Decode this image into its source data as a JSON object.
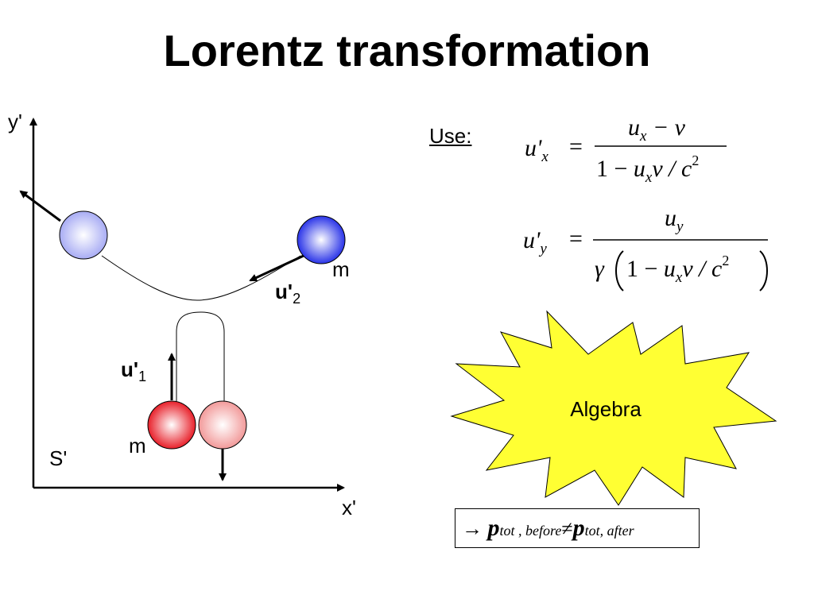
{
  "slide": {
    "title": "Lorentz transformation"
  },
  "diagram": {
    "frame_label": "S'",
    "x_axis_label": "x'",
    "y_axis_label": "y'",
    "mass_label_top": "m",
    "mass_label_bottom": "m",
    "velocity_top_symbol": "u'",
    "velocity_top_subscript": "2",
    "velocity_bottom_symbol": "u'",
    "velocity_bottom_subscript": "1",
    "colors": {
      "blue_light": "#a8acf4",
      "blue_dark": "#2a34e8",
      "red_dark": "#e8202a",
      "red_light": "#f29a9a"
    }
  },
  "equations": {
    "use_label": "Use:",
    "ux_lhs_symbol": "u'",
    "ux_lhs_subscript": "x",
    "ux_num_symbol": "u",
    "ux_num_subscript": "x",
    "ux_num_rest": " − v",
    "ux_den_one": "1 − ",
    "ux_den_u": "u",
    "ux_den_sub": "x",
    "ux_den_rest": "v / c",
    "ux_den_sup": "2",
    "uy_lhs_symbol": "u'",
    "uy_lhs_subscript": "y",
    "uy_num_symbol": "u",
    "uy_num_subscript": "y",
    "uy_den_gamma": "γ",
    "uy_den_one": "1 − ",
    "uy_den_u": "u",
    "uy_den_sub": "x",
    "uy_den_rest": "v / c",
    "uy_den_sup": "2"
  },
  "callout": {
    "label": "Algebra",
    "fill": "#ffff33"
  },
  "conclusion": {
    "arrow": "→ ",
    "p1": "p",
    "sub1": "tot , before",
    "neq": "≠",
    "p2": "p",
    "sub2": "tot, after"
  }
}
